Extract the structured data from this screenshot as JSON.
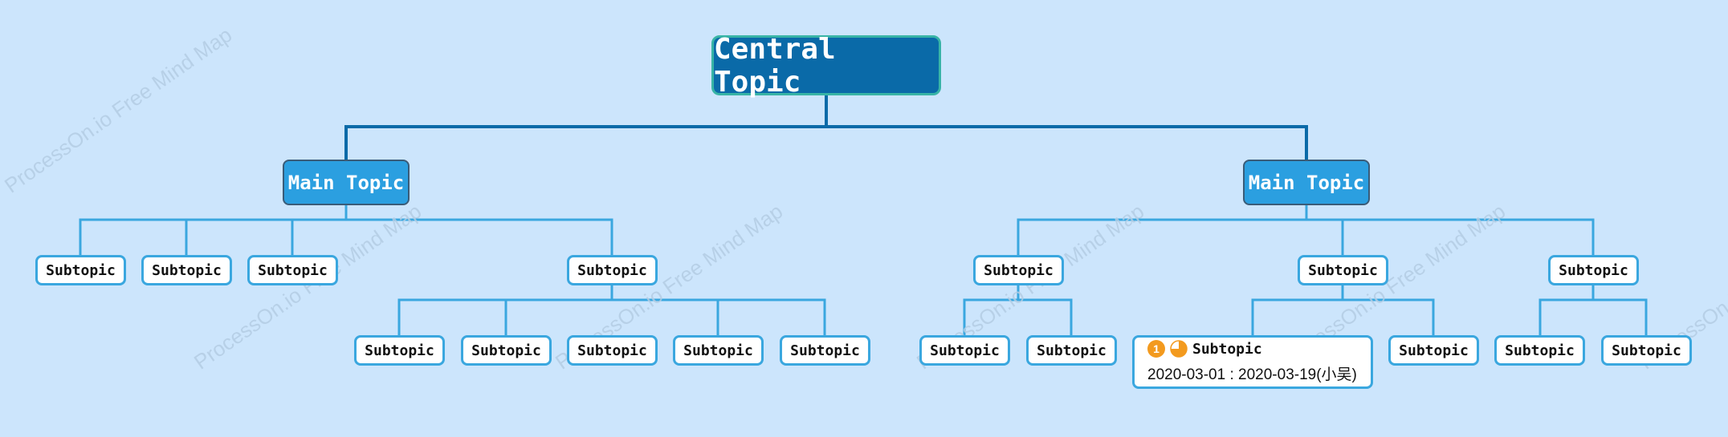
{
  "central": {
    "label": "Central Topic"
  },
  "main_topics": [
    {
      "label": "Main Topic"
    },
    {
      "label": "Main Topic"
    }
  ],
  "subtopic_label": "Subtopic",
  "task_node": {
    "priority": "1",
    "progress_fraction": 0.75,
    "label": "Subtopic",
    "dates": "2020-03-01 : 2020-03-19(小吴)"
  },
  "watermark": "ProcessOn.io Free Mind Map",
  "colors": {
    "background": "#cce5fc",
    "central_fill": "#0a6aa8",
    "main_fill": "#2b9fe0",
    "connector_main": "#0a6aa8",
    "connector_sub": "#3aa7df",
    "priority": "#f39a1e"
  },
  "icons": {
    "priority": "priority-1-icon",
    "progress": "progress-75-icon"
  }
}
